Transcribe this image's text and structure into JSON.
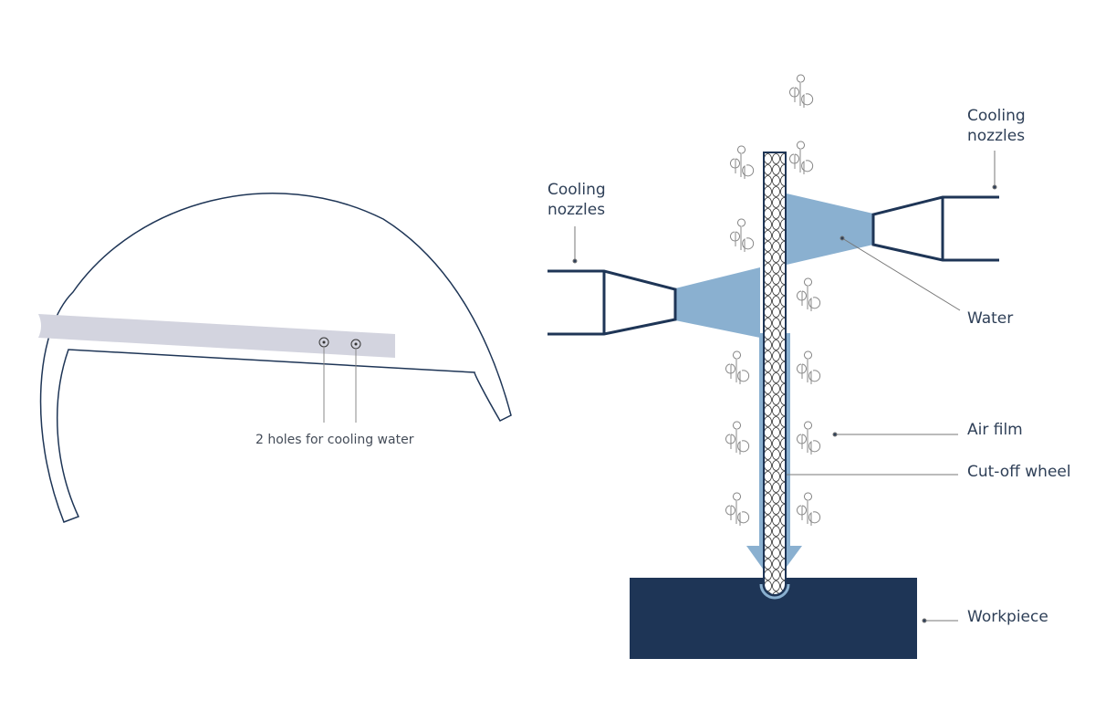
{
  "colors": {
    "navy": "#1e3556",
    "water": "#8ab0d0",
    "bar": "#d3d4df",
    "line": "#2e3f57"
  },
  "left_figure": {
    "holes_label": "2 holes for cooling water"
  },
  "right_figure": {
    "cooling_nozzles_left": "Cooling\nnozzles",
    "cooling_nozzles_right": "Cooling\nnozzles",
    "water": "Water",
    "air_film": "Air film",
    "cut_off_wheel": "Cut-off wheel",
    "workpiece": "Workpiece"
  }
}
